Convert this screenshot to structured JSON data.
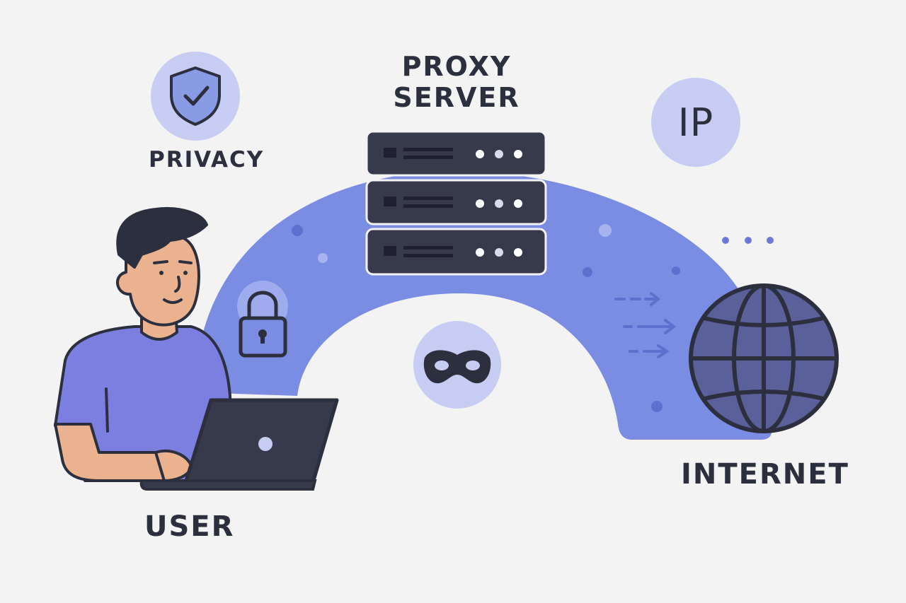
{
  "labels": {
    "proxy_line1": "PROXY",
    "proxy_line2": "SERVER",
    "privacy": "PRIVACY",
    "ip": "IP",
    "user": "USER",
    "internet": "INTERNET"
  },
  "icons": {
    "privacy": "shield-check-icon",
    "ip": "ip-badge",
    "security": "padlock-icon",
    "anonymity": "mask-icon",
    "server": "server-rack-icon",
    "internet": "globe-icon",
    "device": "laptop-icon"
  },
  "colors": {
    "background": "#f3f3f4",
    "arc": "#7b8de3",
    "badge": "#c7cdf2",
    "dark": "#2c2f3e",
    "server": "#373a4c",
    "shirt": "#7b7fe0",
    "skin": "#eab28e",
    "globe": "#5a609a"
  }
}
